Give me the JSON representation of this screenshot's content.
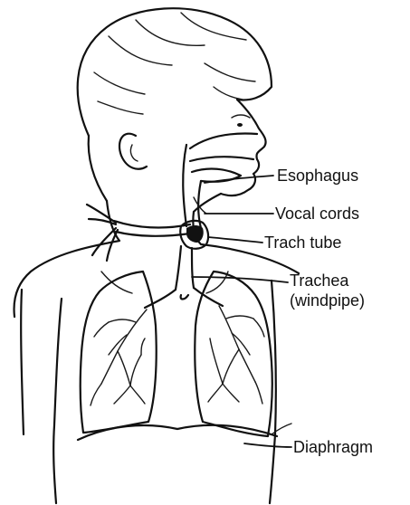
{
  "colors": {
    "ink": "#111111",
    "background": "#ffffff"
  },
  "labels": {
    "esophagus": "Esophagus",
    "vocal_cords": "Vocal cords",
    "trach_tube": "Trach tube",
    "trachea": "Trachea",
    "windpipe": "(windpipe)",
    "diaphragm": "Diaphragm"
  }
}
